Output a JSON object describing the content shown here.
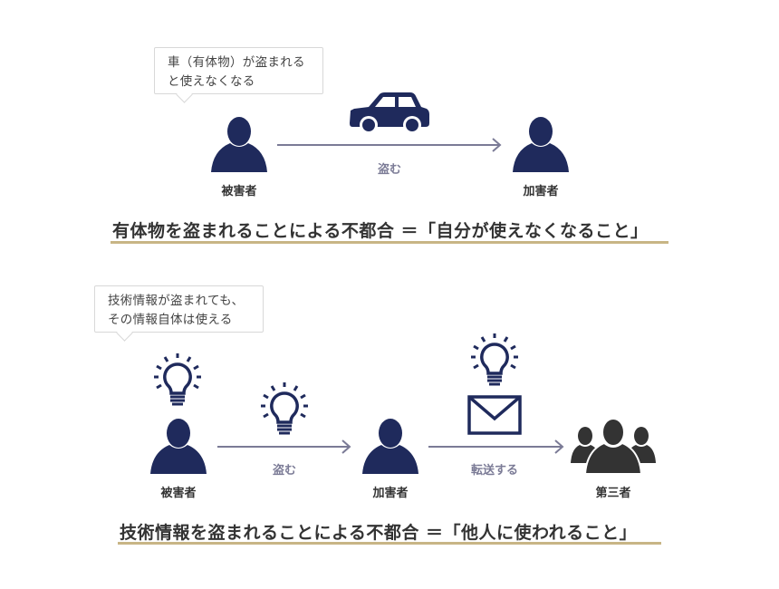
{
  "top": {
    "bubble_line1": "車（有体物）が盗まれる",
    "bubble_line2": "と使えなくなる",
    "victim_label": "被害者",
    "arrow_label": "盗む",
    "perpetrator_label": "加害者",
    "headline": "有体物を盗まれることによる不都合 ＝「自分が使えなくなること」"
  },
  "bottom": {
    "bubble_line1": "技術情報が盗まれても、",
    "bubble_line2": "その情報自体は使える",
    "victim_label": "被害者",
    "arrow1_label": "盗む",
    "perpetrator_label": "加害者",
    "arrow2_label": "転送する",
    "third_party_label": "第三者",
    "headline": "技術情報を盗まれることによる不都合 ＝「他人に使われること」"
  },
  "colors": {
    "person": "#1f2a5c",
    "third_party": "#333333",
    "arrow": "#7b7b96",
    "underline": "#c8b585"
  }
}
